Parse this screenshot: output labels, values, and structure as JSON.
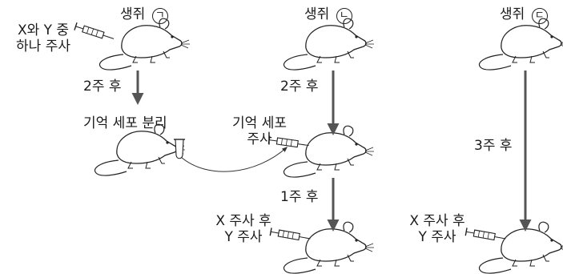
{
  "mice": {
    "a": {
      "name": "생쥐",
      "mark": "ㄱ"
    },
    "b": {
      "name": "생쥐",
      "mark": "ㄴ"
    },
    "c": {
      "name": "생쥐",
      "mark": "ㄷ"
    }
  },
  "labels": {
    "inject_either_l1": "X와 Y 중",
    "inject_either_l2": "하나 주사",
    "wait_2w_a": "2주 후",
    "memory_isolation": "기억 세포 분리",
    "memory_inject_l1": "기억 세포",
    "memory_inject_l2": "주사",
    "wait_2w_b": "2주 후",
    "wait_1w_b": "1주 후",
    "wait_3w_c": "3주 후",
    "xy_b_l1": "X 주사 후",
    "xy_b_l2": "Y 주사",
    "xy_c_l1": "X 주사 후",
    "xy_c_l2": "Y 주사"
  },
  "icons": {
    "mouse": "mouse-icon",
    "syringe": "syringe-icon",
    "tube": "tube-icon",
    "arrow": "arrow-icon"
  }
}
